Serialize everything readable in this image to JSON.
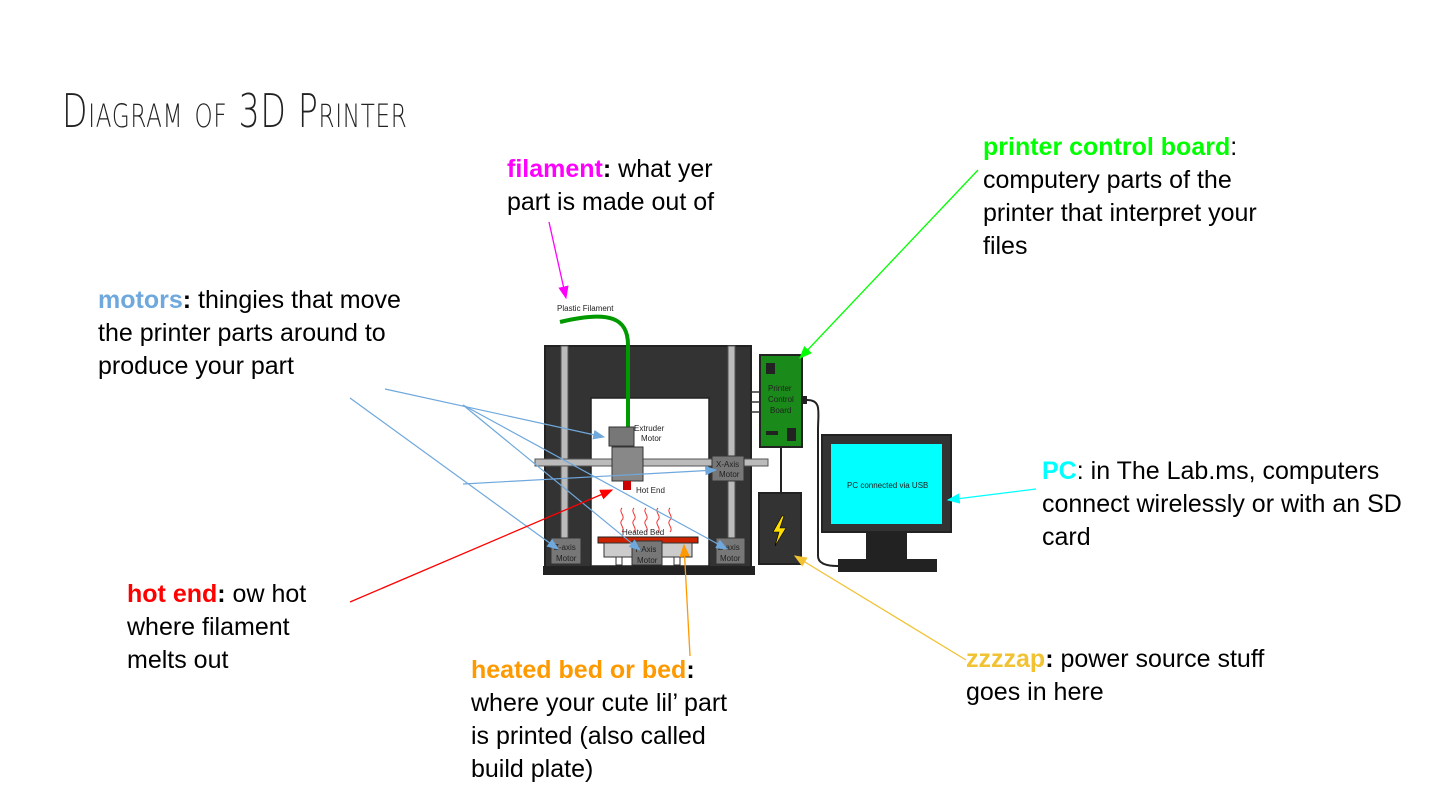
{
  "title": "Diagram of 3D Printer",
  "colors": {
    "filament": "#ff00ff",
    "control_board": "#00ff00",
    "motors": "#6fa8dc",
    "hot_end": "#ff0000",
    "heated_bed": "#ff9900",
    "pc": "#00ffff",
    "power": "#f1c232"
  },
  "annotations": {
    "filament": {
      "key": "filament",
      "colon": ":",
      "text": " what yer part is made out of"
    },
    "control_board": {
      "key": "printer control board",
      "colon": ":",
      "text": " computery parts of the printer that interpret your files"
    },
    "motors": {
      "key": "motors",
      "colon": ":",
      "text": " thingies that move the printer parts around to produce your part"
    },
    "hot_end": {
      "key": "hot end",
      "colon": ":",
      "text": " ow hot where filament melts out"
    },
    "heated_bed": {
      "key": "heated bed or bed",
      "colon": ":",
      "text": " where your cute lil’ part is printed (also called build plate)"
    },
    "pc": {
      "key": "PC",
      "colon": ":",
      "text": " in The Lab.ms, computers connect wirelessly or with an SD card"
    },
    "power": {
      "key": "zzzzap",
      "colon": ":",
      "text": " power source stuff goes in here"
    }
  },
  "printer_labels": {
    "plastic_filament": "Plastic Filament",
    "extruder_motor_1": "Extruder",
    "extruder_motor_2": "Motor",
    "hot_end": "Hot End",
    "heated_bed": "Heated Bed",
    "x_axis_1": "X-Axis",
    "x_axis_2": "Motor",
    "z_axis_left_1": "Z-axis",
    "z_axis_left_2": "Motor",
    "y_axis_1": "Y-Axis",
    "y_axis_2": "Motor",
    "z_axis_right_1": "Z-axis",
    "z_axis_right_2": "Motor",
    "board_1": "Printer",
    "board_2": "Control",
    "board_3": "Board",
    "monitor": "PC connected via USB"
  },
  "icons": {
    "power": "lightning-bolt-icon"
  }
}
